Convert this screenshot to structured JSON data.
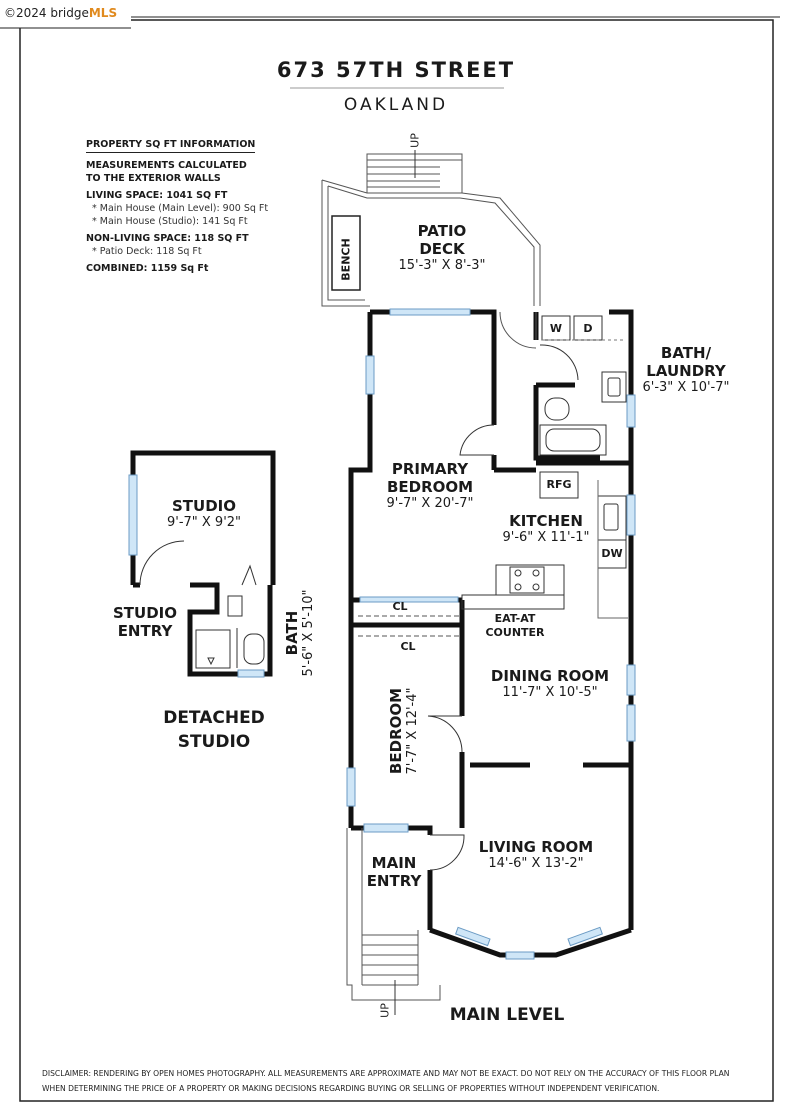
{
  "watermark": {
    "prefix": "©2024 bridge",
    "brand": "MLS"
  },
  "header": {
    "address": "673 57TH STREET",
    "city": "OAKLAND"
  },
  "sqft_info": {
    "heading": "PROPERTY SQ FT INFORMATION",
    "note_line1": "MEASUREMENTS CALCULATED",
    "note_line2": "TO THE EXTERIOR WALLS",
    "living": "LIVING SPACE: 1041 SQ FT",
    "living_main": "*   Main House (Main Level):   900 Sq Ft",
    "living_studio": "*   Main House (Studio):    141 Sq Ft",
    "non_living": "NON-LIVING SPACE: 118 SQ FT",
    "patio": "*   Patio Deck:    118 Sq Ft",
    "combined": "COMBINED:   1159  Sq Ft"
  },
  "rooms": {
    "patio": {
      "name1": "PATIO",
      "name2": "DECK",
      "dim": "15'-3\" X 8'-3\""
    },
    "bath_laundry": {
      "name1": "BATH/",
      "name2": "LAUNDRY",
      "dim": "6'-3\" X 10'-7\""
    },
    "primary_bedroom": {
      "name1": "PRIMARY",
      "name2": "BEDROOM",
      "dim": "9'-7\" X 20'-7\""
    },
    "kitchen": {
      "name": "KITCHEN",
      "dim": "9'-6\" X 11'-1\""
    },
    "dining": {
      "name": "DINING ROOM",
      "dim": "11'-7\" X 10'-5\""
    },
    "bedroom": {
      "name": "BEDROOM",
      "dim": "7'-7\" X 12'-4\""
    },
    "living": {
      "name": "LIVING ROOM",
      "dim": "14'-6\" X 13'-2\""
    },
    "main_entry": {
      "name1": "MAIN",
      "name2": "ENTRY"
    },
    "studio": {
      "name": "STUDIO",
      "dim": "9'-7\" X 9'2\""
    },
    "studio_entry": {
      "name1": "STUDIO",
      "name2": "ENTRY"
    },
    "studio_bath": {
      "name": "BATH",
      "dim": "5'-6\" X 5'-10\""
    }
  },
  "fixtures": {
    "bench": "BENCH",
    "washer": "W",
    "dryer": "D",
    "fridge": "RFG",
    "dishwasher": "DW",
    "closet": "CL",
    "counter1": "EAT-AT",
    "counter2": "COUNTER",
    "up": "UP"
  },
  "sections": {
    "detached1": "DETACHED",
    "detached2": "STUDIO",
    "main_level": "MAIN LEVEL"
  },
  "disclaimer": {
    "line1": "DISCLAIMER: RENDERING BY OPEN HOMES PHOTOGRAPHY. ALL MEASUREMENTS ARE APPROXIMATE AND MAY NOT BE EXACT. DO NOT RELY ON THE ACCURACY OF THIS FLOOR PLAN",
    "line2": "WHEN DETERMINING THE PRICE OF A PROPERTY OR MAKING DECISIONS REGARDING BUYING OR SELLING OF PROPERTIES WITHOUT INDEPENDENT VERIFICATION."
  }
}
